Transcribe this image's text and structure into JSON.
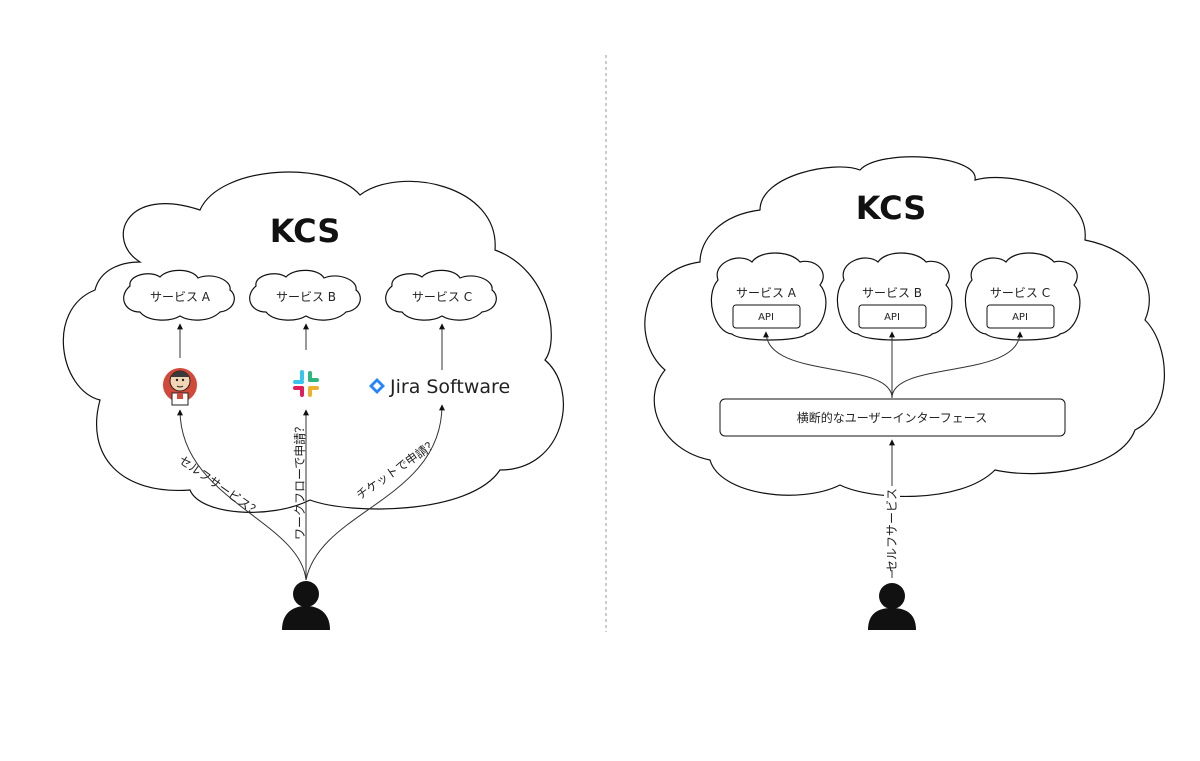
{
  "left": {
    "title": "KCS",
    "services": [
      "サービス A",
      "サービス B",
      "サービス C"
    ],
    "tools": {
      "jira": "Jira Software"
    },
    "paths": [
      "セルフサービス？",
      "ワークフローで申請？",
      "チケットで申請？"
    ]
  },
  "right": {
    "title": "KCS",
    "services": [
      "サービス A",
      "サービス B",
      "サービス C"
    ],
    "api_label": "API",
    "interface": "横断的なユーザーインターフェース",
    "path": "セルフサービス"
  },
  "colors": {
    "jenkins_red": "#d24939",
    "jira_blue": "#2684ff",
    "slack_blue": "#36c5f0",
    "slack_green": "#2eb67d",
    "slack_yellow": "#ecb22e",
    "slack_red": "#e01e5a"
  }
}
